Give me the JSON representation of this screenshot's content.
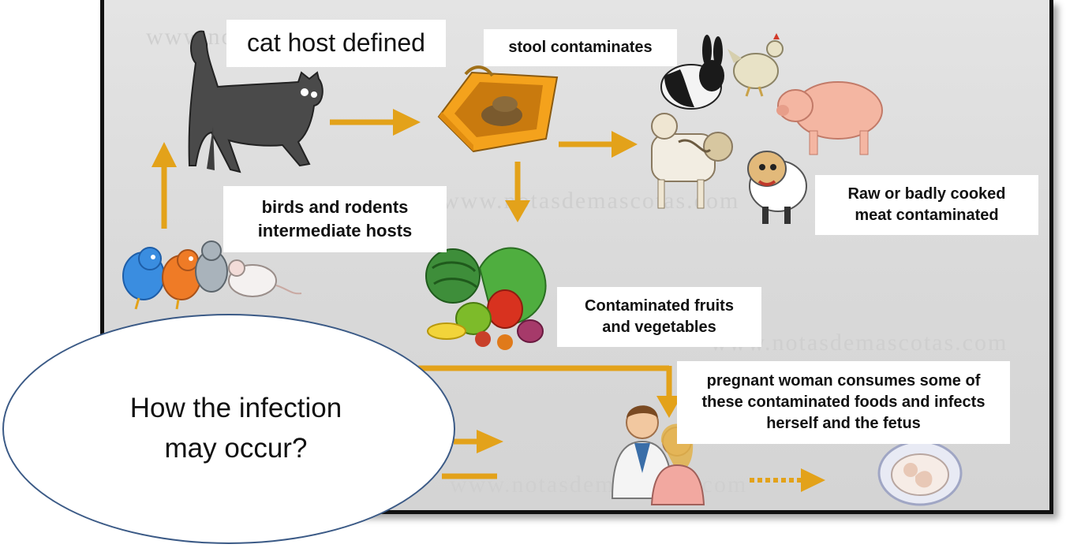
{
  "labels": {
    "cat_host": "cat host defined",
    "stool": "stool contaminates",
    "birds_rodents": "birds and rodents\nintermediate hosts",
    "raw_meat": "Raw or badly cooked\nmeat contaminated",
    "fruits_vegetables": "Contaminated fruits\nand vegetables",
    "pregnant_woman": "pregnant woman consumes some of\nthese contaminated foods and infects\nherself and the fetus"
  },
  "oval_question": "How the infection\nmay occur?",
  "watermarks": [
    "www.notasdemascotas.com",
    "www.notasdemascotas.com",
    "www.notasdemascotas.com",
    "www.notasdemascotas.com"
  ],
  "colors": {
    "arrow": "#e3a21a",
    "oval_border": "#3b5a86",
    "frame_border": "#111111",
    "cat": "#4a4a4a",
    "litter_box": "#f4a21c"
  },
  "icons": [
    "cat-icon",
    "litter-box-icon",
    "rabbit-icon",
    "chicken-icon",
    "pig-icon",
    "cow-icon",
    "sheep-icon",
    "birds-icon",
    "mouse-icon",
    "vegetables-icon",
    "couple-icon",
    "fetus-icon"
  ]
}
